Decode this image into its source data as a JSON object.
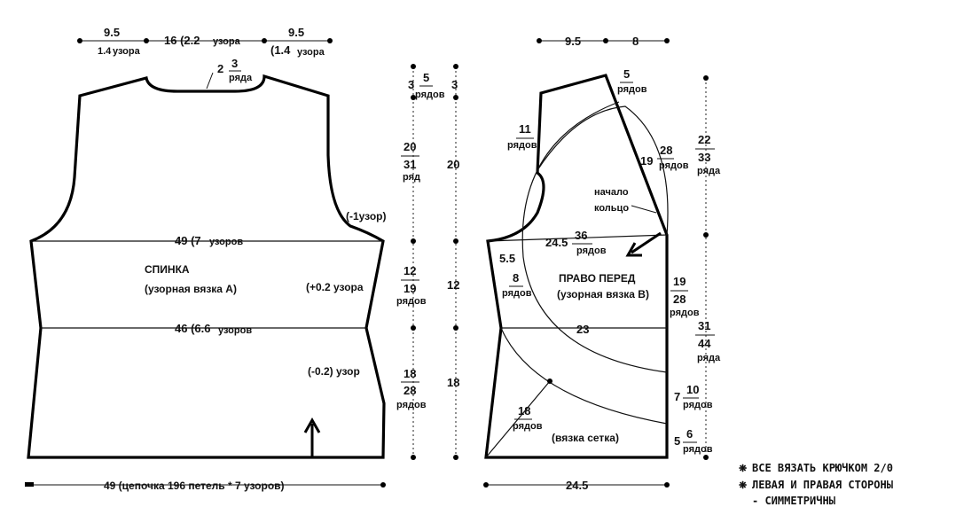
{
  "back": {
    "title": "СПИНКА",
    "subtitle": "(узорная вязка А)",
    "top_left_a": "9.5",
    "top_left_b": "1.4",
    "top_left_unit": "узора",
    "top_mid": "16 (2.2",
    "top_mid_unit": "узора",
    "top_right_a": "9.5",
    "top_right_b": "(1.4",
    "top_right_unit": "узора",
    "neck_a": "2",
    "neck_b": "3",
    "neck_unit": "ряда",
    "armhole_note": "(-1узор)",
    "chest_width": "49 (7",
    "chest_unit": "узоров",
    "waist_width": "46 (6.6",
    "waist_unit": "узоров",
    "inc_note": "(+0.2 узора",
    "dec_note": "(-0.2) узор",
    "bottom_note": "49 (цепочка 196 петель * 7 узоров)"
  },
  "vert_dims": {
    "c1_a": "3",
    "c1_b": "5",
    "c1_unit": "рядов",
    "c2_a": "20",
    "c2_b": "31",
    "c2_unit": "ряд",
    "c3_a": "12",
    "c3_b": "19",
    "c3_unit": "рядов",
    "c4_a": "18",
    "c4_b": "28",
    "c4_unit": "рядов",
    "d1": "3",
    "d2": "20",
    "d3": "12",
    "d4": "18"
  },
  "front": {
    "title": "ПРАВО ПЕРЕД",
    "subtitle": "(узорная вязка В)",
    "top_a": "9.5",
    "top_b": "8",
    "shoulder_b": "5",
    "shoulder_unit": "рядов",
    "armhole_a": "11",
    "armhole_unit": "рядов",
    "slope_a": "19",
    "slope_b": "28",
    "slope_unit": "рядов",
    "start_label": "начало",
    "ring_label": "кольцо",
    "chest_a": "24.5",
    "chest_b": "36",
    "chest_unit": "рядов",
    "side_a": "5.5",
    "side_b": "8",
    "side_unit": "рядов",
    "front_edge_a": "19",
    "front_edge_b": "28",
    "front_edge_unit": "рядов",
    "waist": "23",
    "lower_a": "7",
    "lower_b": "10",
    "lower_unit": "рядов",
    "diag_a": "18",
    "diag_unit": "рядов",
    "mesh_label": "(вязка сетка)",
    "bottom_a": "5",
    "bottom_b": "6",
    "bottom_unit": "рядов",
    "bottom_width": "24.5",
    "right_a": "22",
    "right_b": "33",
    "right_unit": "ряда",
    "right2_a": "31",
    "right2_b": "44",
    "right2_unit": "ряда"
  },
  "notes": {
    "n1": "ВСЕ ВЯЗАТЬ КРЮЧКОМ 2/0",
    "n2": "ЛЕВАЯ И ПРАВАЯ СТОРОНЫ",
    "n3": "- СИММЕТРИЧНЫ",
    "bullet_icon": "asterisk-icon"
  }
}
